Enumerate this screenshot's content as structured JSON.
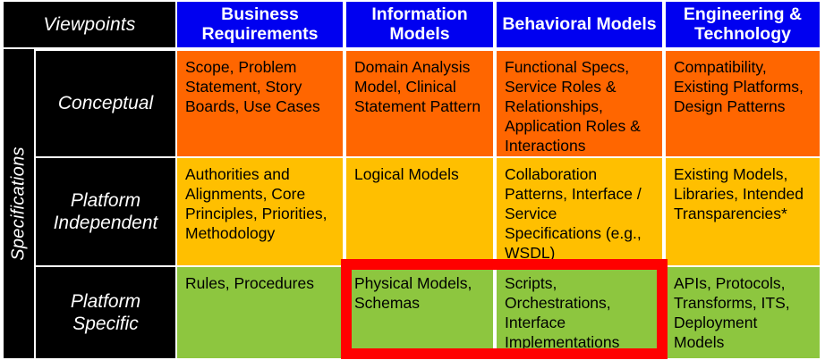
{
  "matrix": {
    "corner_label": "Viewpoints",
    "row_group_label": "Specifications",
    "columns": [
      {
        "label": "Business Requirements"
      },
      {
        "label": "Information Models"
      },
      {
        "label": "Behavioral Models"
      },
      {
        "label": "Engineering & Technology"
      }
    ],
    "rows": [
      {
        "label": "Conceptual",
        "color": "#ff6600",
        "cells": [
          "Scope, Problem Statement, Story Boards, Use Cases",
          "Domain Analysis Model, Clinical Statement Pattern",
          "Functional Specs, Service Roles & Relationships, Application Roles & Interactions",
          "Compatibility, Existing Platforms, Design Patterns"
        ]
      },
      {
        "label": "Platform Independent",
        "color": "#ffbf00",
        "cells": [
          "Authorities and Alignments, Core Principles, Priorities, Methodology",
          "Logical Models",
          "Collaboration Patterns, Interface / Service Specifications (e.g., WSDL)",
          "Existing Models, Libraries, Intended Transparencies*"
        ]
      },
      {
        "label": "Platform Specific",
        "color": "#8dc63f",
        "cells": [
          "Rules, Procedures",
          "Physical Models, Schemas",
          "Scripts, Orchestrations, Interface Implementations",
          "APIs, Protocols, Transforms, ITS, Deployment Models"
        ]
      }
    ],
    "highlight": {
      "color": "#ff0000",
      "covers": "Platform Specific / Information Models and Behavioral Models"
    },
    "colors": {
      "header_background": "#0000f0",
      "header_text": "#ffffff",
      "label_background": "#000000",
      "label_text": "#ffffff",
      "conceptual": "#ff6600",
      "platform_independent": "#ffbf00",
      "platform_specific": "#8dc63f",
      "highlight": "#ff0000"
    }
  }
}
